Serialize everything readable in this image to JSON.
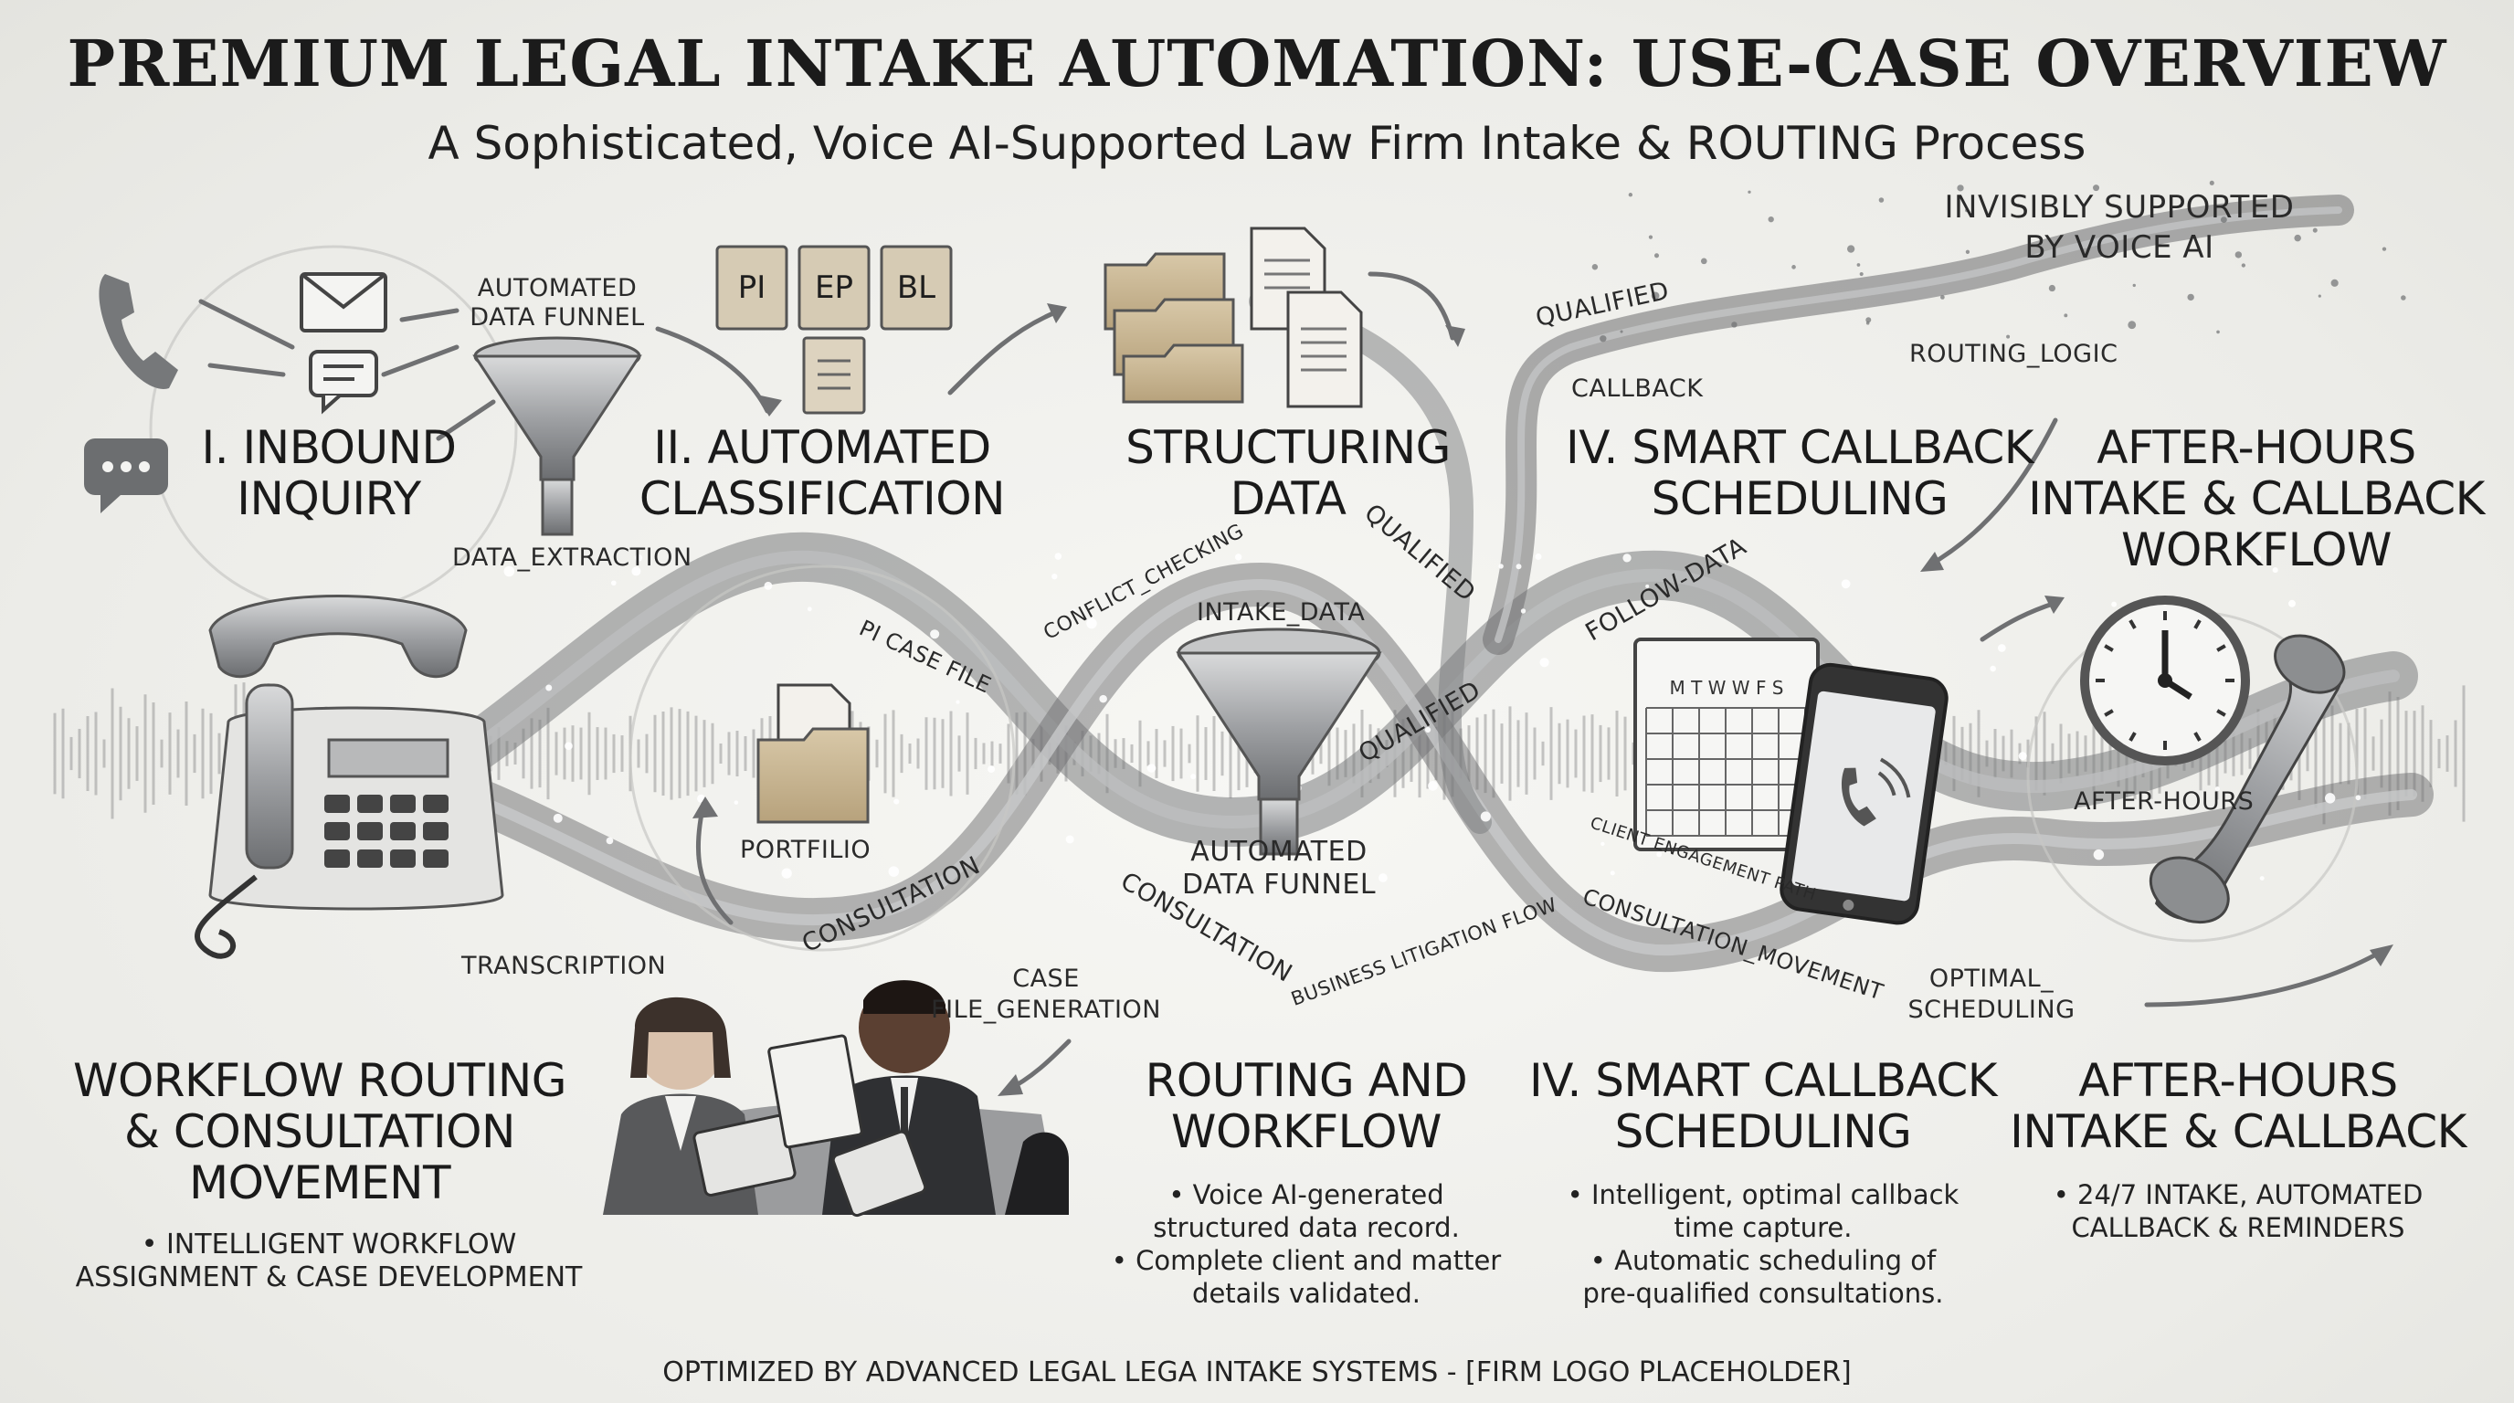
{
  "title": "PREMIUM LEGAL INTAKE AUTOMATION: USE-CASE OVERVIEW",
  "subtitle": "A Sophisticated, Voice AI-Supported Law Firm Intake & ROUTING Process",
  "voice_ai_note": [
    "INVISIBLY SUPPORTED",
    "BY VOICE AI"
  ],
  "stages_top": [
    {
      "line1": "I. INBOUND",
      "line2": "INQUIRY"
    },
    {
      "line1": "II. AUTOMATED",
      "line2": "CLASSIFICATION"
    },
    {
      "line1": "STRUCTURING",
      "line2": "DATA"
    },
    {
      "line1": "IV. SMART CALLBACK",
      "line2": "SCHEDULING"
    },
    {
      "line1": "AFTER-HOURS",
      "line2": "INTAKE & CALLBACK",
      "line3": "WORKFLOW"
    }
  ],
  "funnel_label": [
    "AUTOMATED",
    "DATA FUNNEL"
  ],
  "doc_tags": [
    "PI",
    "EP",
    "BL"
  ],
  "flow_labels": {
    "qualified_1": "QUALIFIED",
    "callback": "CALLBACK",
    "routing_logic": "ROUTING_LOGIC",
    "data_extraction": "DATA_EXTRACTION",
    "conflict_checking": "CONFLICT_CHECKING",
    "qualified_2": "QUALIFIED",
    "pi_case_file": "PI CASE FILE",
    "intake_data": "INTAKE_DATA",
    "qualified_3": "QUALIFIED",
    "follow_data": "FOLLOW-DATA",
    "portfolio": "PORTFILIO",
    "consultation_1": "CONSULTATION",
    "consultation_2": "CONSULTATION",
    "center_funnel": [
      "AUTOMATED",
      "DATA FUNNEL"
    ],
    "client_engagement_path": "CLIENT ENGAGEMENT PATH",
    "consultation_movement": "CONSULTATION_MOVEMENT",
    "business_litigation_flow": "BUSINESS LITIGATION FLOW",
    "after_hours": "AFTER-HOURS",
    "transcription": "TRANSCRIPTION",
    "case_file_generation": [
      "CASE",
      "FILE_GENERATION"
    ],
    "optimal_scheduling": [
      "OPTIMAL_",
      "SCHEDULING"
    ]
  },
  "calendar_days": "M T W W F S",
  "sections_bottom": [
    {
      "title": [
        "WORKFLOW ROUTING",
        "& CONSULTATION",
        "MOVEMENT"
      ],
      "bullets": [
        "• INTELLIGENT WORKFLOW",
        "ASSIGNMENT & CASE DEVELOPMENT"
      ]
    },
    {
      "title": [
        "ROUTING AND",
        "WORKFLOW"
      ],
      "bullets": [
        "• Voice AI-generated",
        "structured data record.",
        "• Complete client and matter",
        "details validated."
      ]
    },
    {
      "title": [
        "IV. SMART CALLBACK",
        "SCHEDULING"
      ],
      "bullets": [
        "• Intelligent, optimal callback",
        "time capture.",
        "• Automatic scheduling of",
        "pre-qualified consultations."
      ]
    },
    {
      "title": [
        "AFTER-HOURS",
        "INTAKE & CALLBACK"
      ],
      "bullets": [
        "• 24/7 INTAKE, AUTOMATED",
        "CALLBACK & REMINDERS"
      ]
    }
  ],
  "footer": "OPTIMIZED BY ADVANCED LEGAL LEGA INTAKE SYSTEMS - [FIRM LOGO PLACEHOLDER]",
  "colors": {
    "ink": "#1e1e1e",
    "stream": "#7d7e80",
    "folder": "#c9b796",
    "paper": "#f3f1ec"
  }
}
